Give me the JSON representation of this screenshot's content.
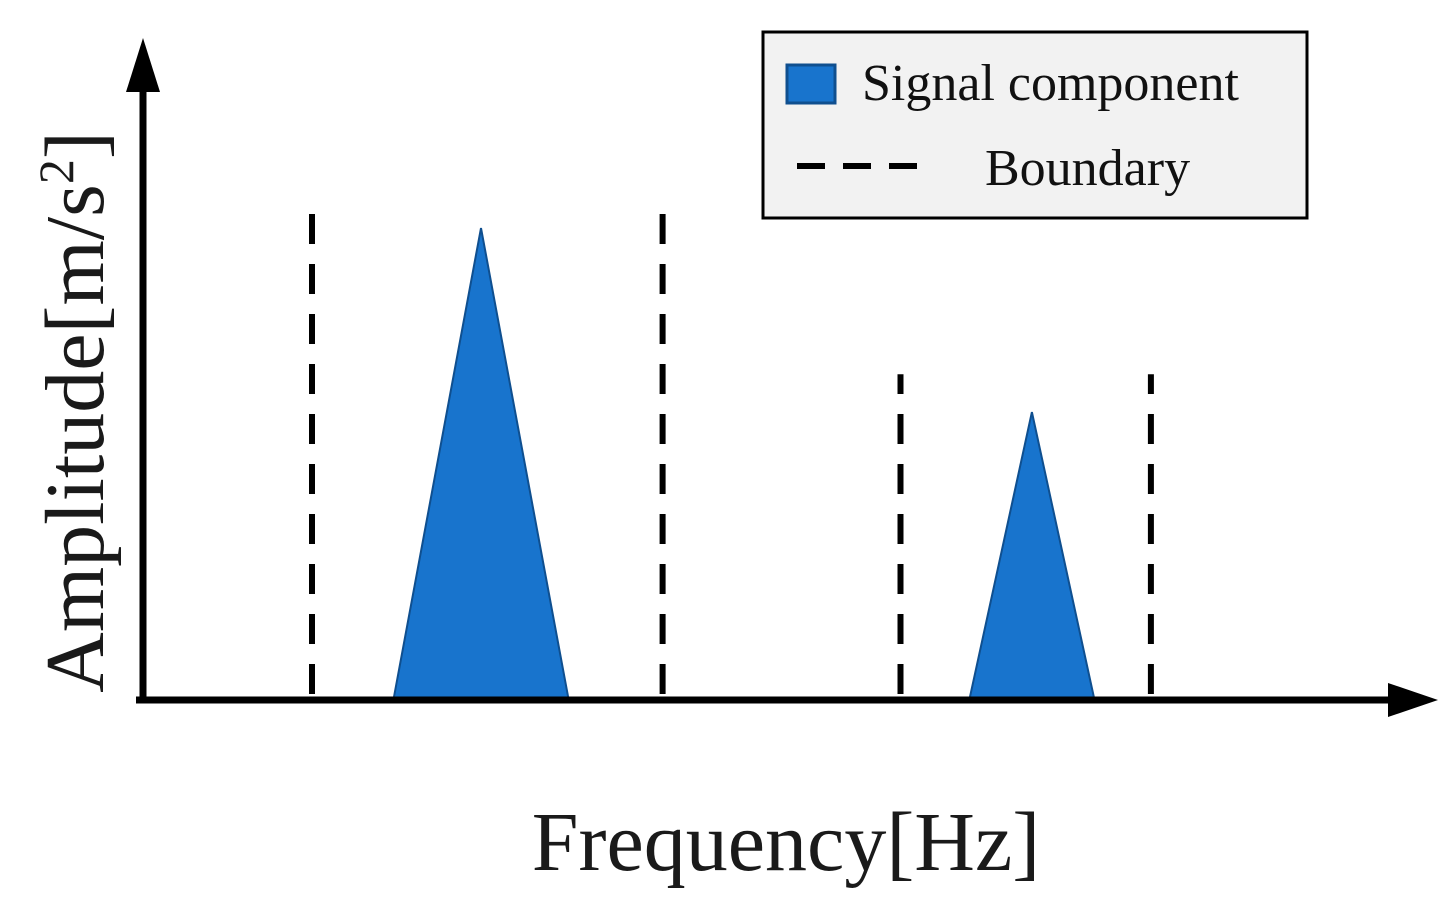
{
  "x_axis_label": "Frequency[Hz]",
  "y_axis_label_main": "Amplitude[m/s",
  "y_axis_label_sup": "2",
  "y_axis_label_close": "]",
  "legend": {
    "signal_label": "Signal component",
    "boundary_label": "Boundary"
  },
  "colors": {
    "signal_fill": "#1874cd",
    "signal_stroke": "#0f4f8f",
    "axis": "#000000"
  },
  "chart_data": {
    "type": "area",
    "xlabel": "Frequency[Hz]",
    "ylabel": "Amplitude[m/s2]",
    "xlim": [
      0,
      100
    ],
    "ylim": [
      0,
      100
    ],
    "grid": false,
    "legend_position": "top-right",
    "series": [
      {
        "name": "Signal component",
        "shape": "triangle",
        "x": [
          20,
          27,
          34
        ],
        "y": [
          0,
          100,
          0
        ]
      },
      {
        "name": "Signal component",
        "shape": "triangle",
        "x": [
          66,
          71,
          76
        ],
        "y": [
          0,
          61,
          0
        ]
      }
    ],
    "boundaries": [
      {
        "x": 13.5,
        "height": 105
      },
      {
        "x": 41.5,
        "height": 105
      },
      {
        "x": 60.5,
        "height": 69
      },
      {
        "x": 80.5,
        "height": 69
      }
    ]
  }
}
